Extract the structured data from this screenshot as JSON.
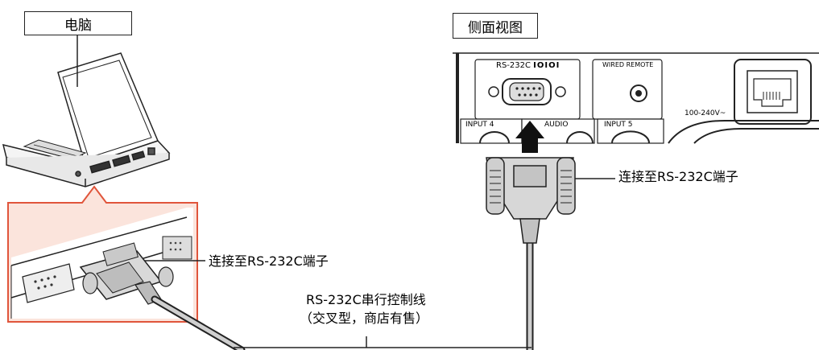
{
  "labels": {
    "computer": "电脑",
    "side_view": "侧面视图",
    "connect_pc": "连接至RS-232C端子",
    "connect_projector": "连接至RS-232C端子",
    "cable_line1": "RS-232C串行控制线",
    "cable_line2": "（交叉型，商店有售）"
  },
  "panel": {
    "rs232c": "RS-232C",
    "rs232c_symbol": "IOIOI",
    "wired_remote": "WIRED REMOTE",
    "voltage": "100-240V~",
    "input4": "INPUT 4",
    "audio": "AUDIO",
    "input5": "INPUT 5"
  },
  "colors": {
    "callout": "#e0553b",
    "callout_fill": "#fbe4dc",
    "line": "#111111"
  }
}
